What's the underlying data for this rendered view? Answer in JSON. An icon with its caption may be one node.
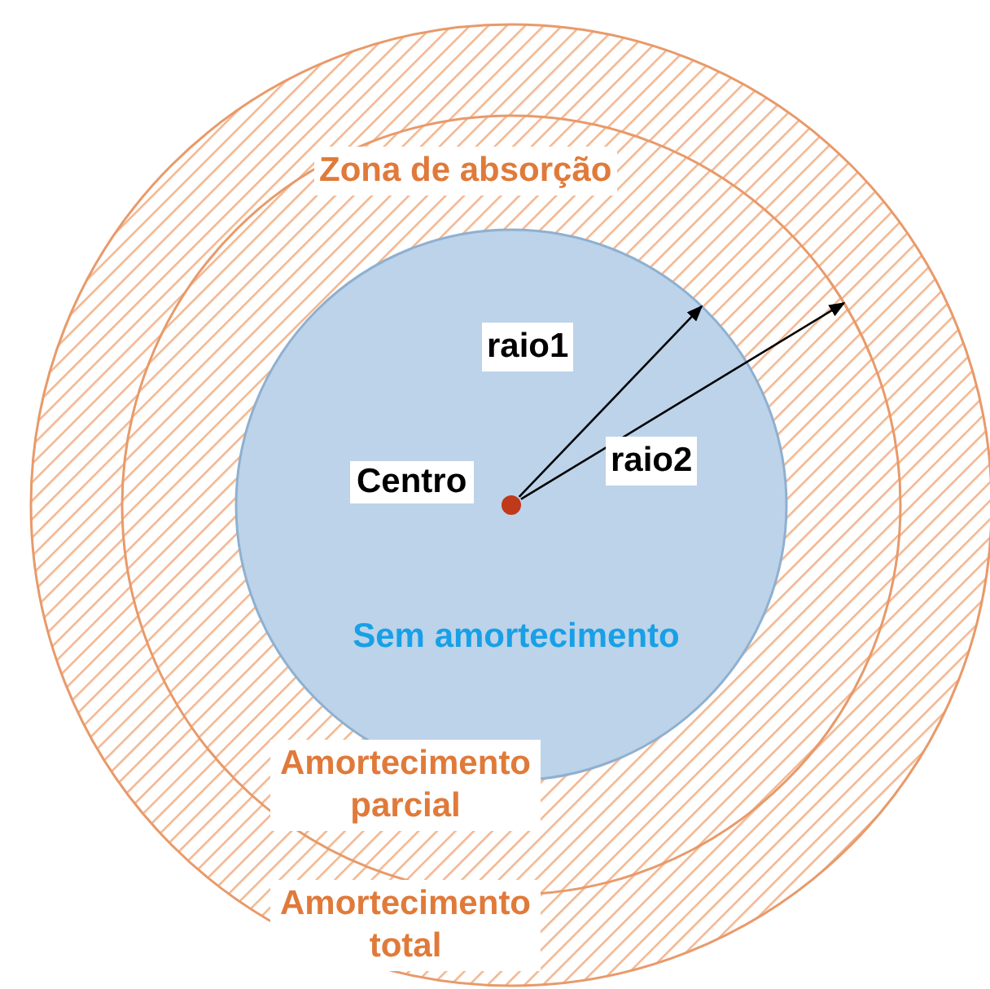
{
  "diagram": {
    "nodes": [
      {
        "text": [
          "Amortecimento total"
        ]
      },
      {
        "text": [
          "Amortecimento parcial"
        ],
        "in": 0
      },
      {
        "text": [
          "Sem amortecimento"
        ],
        "in": 1
      },
      {
        "text": [],
        "shape": "circle",
        "beside": [
          "Centro"
        ],
        "in": 2
      }
    ],
    "edges": [
      {
        "from": 3,
        "to": 2,
        "arrow": "to",
        "label": "raio1"
      },
      {
        "from": 3,
        "to": 1,
        "arrow": "to",
        "label": "raio2"
      }
    ],
    "labels": [
      "Zona de absorção"
    ]
  }
}
